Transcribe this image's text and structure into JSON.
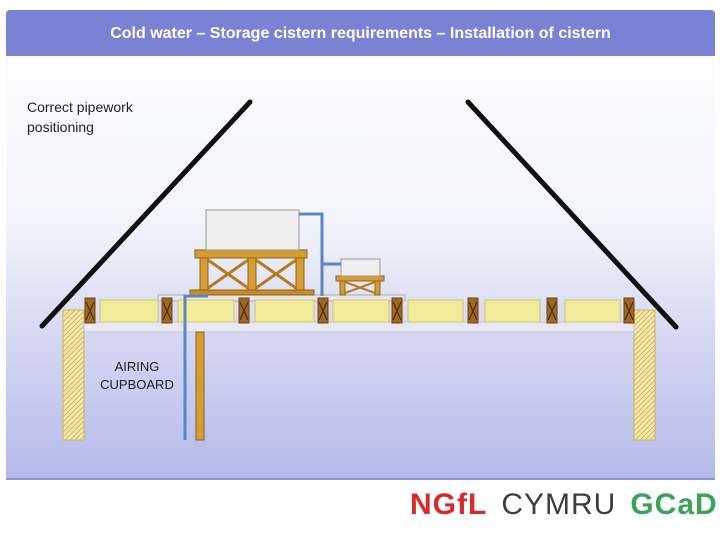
{
  "title": "Cold water – Storage cistern requirements – Installation of cistern",
  "captions": {
    "pipework": "Correct pipework positioning",
    "airing_cupboard": "AIRING CUPBOARD"
  },
  "logos": {
    "ngfl": "NGfL",
    "cymru": "CYMRU",
    "gcad": "GCaD"
  },
  "colors": {
    "title_bar": "#7a82d4",
    "timber": "#d59d34",
    "insulation": "#f2ec9a",
    "pipe": "#5a86c4",
    "rafter": "#111111",
    "wall_hatch": "#e8d88a"
  }
}
